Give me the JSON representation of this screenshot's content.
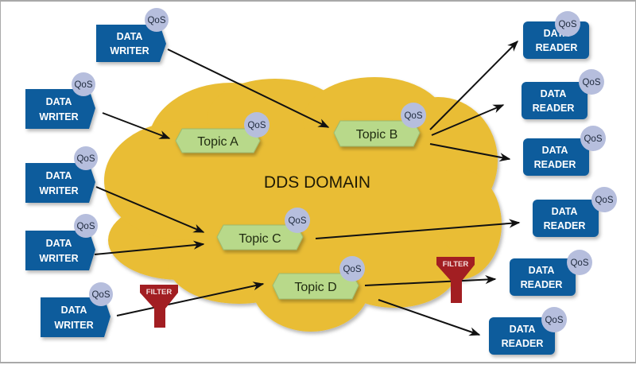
{
  "diagram": {
    "domain_label": "DDS DOMAIN",
    "qos_label": "QoS",
    "filter_label": "FILTER",
    "colors": {
      "cloud": "#e9bd34",
      "node_blue": "#0f5c9c",
      "topic_green": "#b8d98a",
      "qos_circle": "#b6bedd",
      "filter_red": "#a21e22",
      "arrow": "#111111"
    },
    "writers": [
      {
        "id": "w1",
        "line1": "DATA",
        "line2": "WRITER"
      },
      {
        "id": "w2",
        "line1": "DATA",
        "line2": "WRITER"
      },
      {
        "id": "w3",
        "line1": "DATA",
        "line2": "WRITER"
      },
      {
        "id": "w4",
        "line1": "DATA",
        "line2": "WRITER"
      },
      {
        "id": "w5",
        "line1": "DATA",
        "line2": "WRITER"
      }
    ],
    "readers": [
      {
        "id": "r1",
        "line1": "DATA",
        "line2": "READER"
      },
      {
        "id": "r2",
        "line1": "DATA",
        "line2": "READER"
      },
      {
        "id": "r3",
        "line1": "DATA",
        "line2": "READER"
      },
      {
        "id": "r4",
        "line1": "DATA",
        "line2": "READER"
      },
      {
        "id": "r5",
        "line1": "DATA",
        "line2": "READER"
      },
      {
        "id": "r6",
        "line1": "DATA",
        "line2": "READER"
      }
    ],
    "topics": [
      {
        "id": "tA",
        "label": "Topic A"
      },
      {
        "id": "tB",
        "label": "Topic B"
      },
      {
        "id": "tC",
        "label": "Topic C"
      },
      {
        "id": "tD",
        "label": "Topic D"
      }
    ],
    "connections": [
      {
        "from": "w1",
        "to": "tB"
      },
      {
        "from": "w2",
        "to": "tA"
      },
      {
        "from": "w3",
        "to": "tC"
      },
      {
        "from": "w4",
        "to": "tC"
      },
      {
        "from": "w5",
        "to": "tD",
        "filter": true
      },
      {
        "from": "tB",
        "to": "r1"
      },
      {
        "from": "tB",
        "to": "r2"
      },
      {
        "from": "tB",
        "to": "r3"
      },
      {
        "from": "tC",
        "to": "r4"
      },
      {
        "from": "tD",
        "to": "r5",
        "filter": true
      },
      {
        "from": "tD",
        "to": "r6"
      }
    ]
  }
}
